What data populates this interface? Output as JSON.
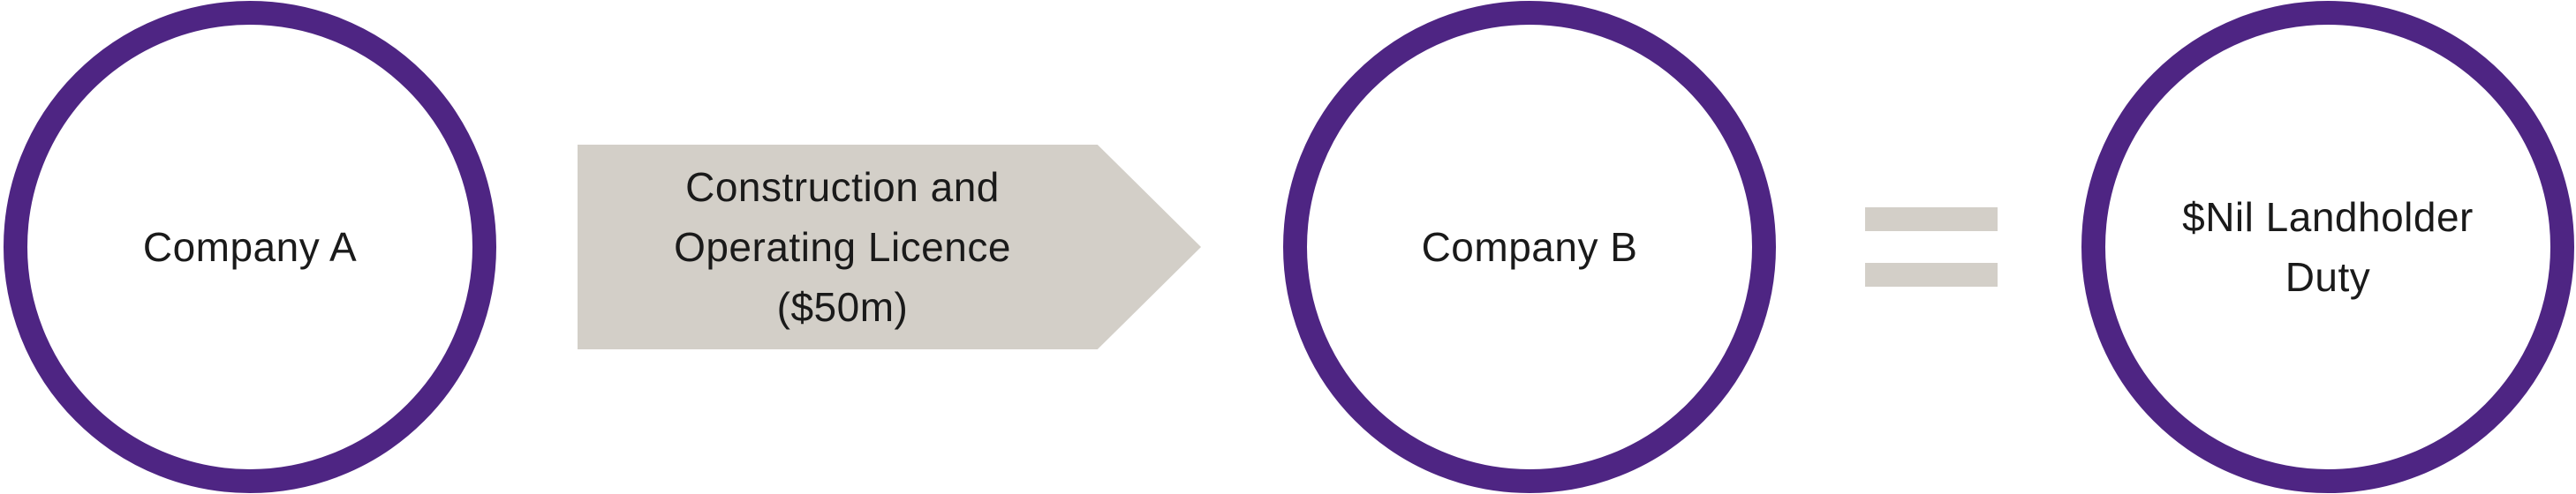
{
  "diagram": {
    "nodes": [
      {
        "id": "company-a",
        "label": "Company A"
      },
      {
        "id": "company-b",
        "label": "Company B"
      },
      {
        "id": "nil-duty",
        "label": "$Nil Landholder Duty"
      }
    ],
    "arrow": {
      "label": "Construction and Operating Licence ($50m)",
      "lines": [
        "Construction and",
        "Operating Licence",
        "($50m)"
      ]
    },
    "equals_symbol": "=",
    "colors": {
      "purple": "#4e2583",
      "beige": "#d3cfc8",
      "text": "#1a1a1a",
      "background": "#ffffff"
    }
  }
}
